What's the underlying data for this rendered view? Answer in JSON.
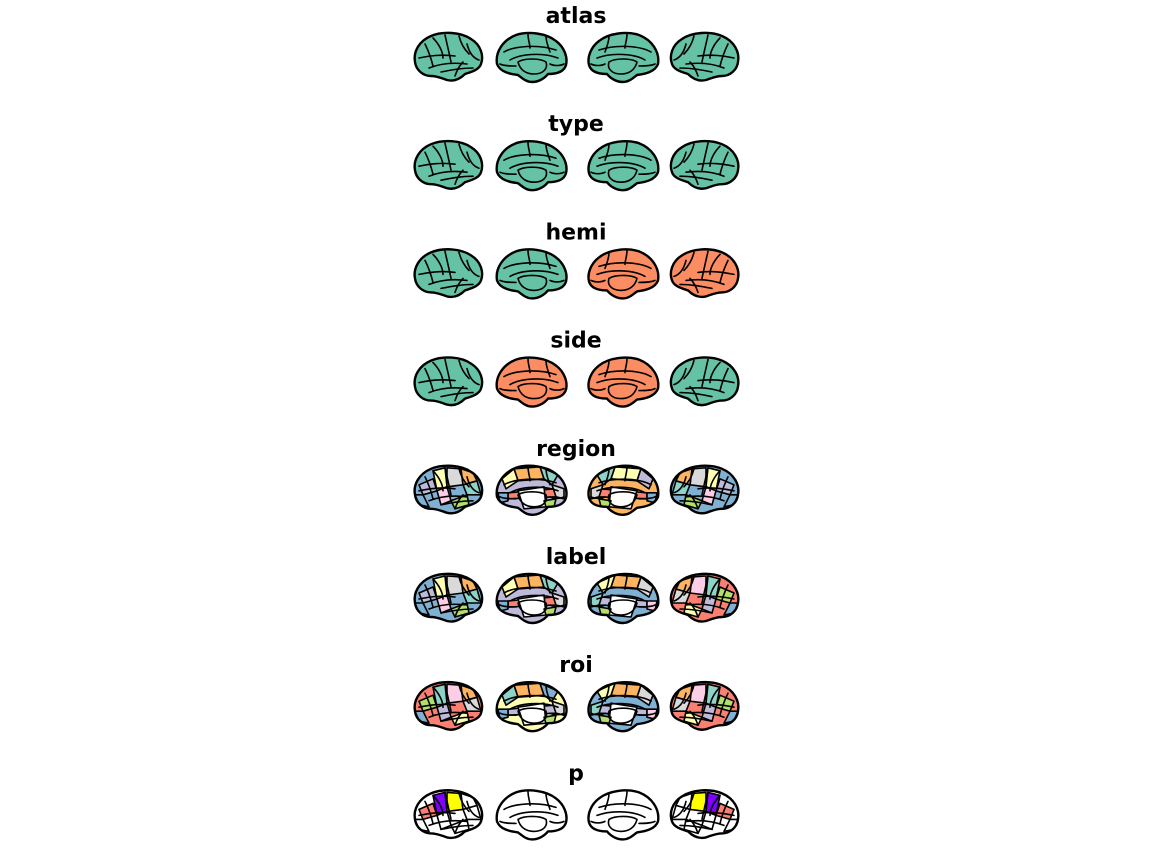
{
  "figure": {
    "panels": [
      {
        "title": "atlas",
        "views": [
          {
            "fill": "#66C2A5",
            "patches": []
          },
          {
            "fill": "#66C2A5",
            "patches": []
          },
          {
            "fill": "#66C2A5",
            "patches": []
          },
          {
            "fill": "#66C2A5",
            "patches": []
          }
        ]
      },
      {
        "title": "type",
        "views": [
          {
            "fill": "#66C2A5",
            "patches": []
          },
          {
            "fill": "#66C2A5",
            "patches": []
          },
          {
            "fill": "#66C2A5",
            "patches": []
          },
          {
            "fill": "#66C2A5",
            "patches": []
          }
        ]
      },
      {
        "title": "hemi",
        "views": [
          {
            "fill": "#66C2A5",
            "patches": []
          },
          {
            "fill": "#66C2A5",
            "patches": []
          },
          {
            "fill": "#FC8D62",
            "patches": []
          },
          {
            "fill": "#FC8D62",
            "patches": []
          }
        ]
      },
      {
        "title": "side",
        "views": [
          {
            "fill": "#66C2A5",
            "patches": []
          },
          {
            "fill": "#FC8D62",
            "patches": []
          },
          {
            "fill": "#FC8D62",
            "patches": []
          },
          {
            "fill": "#66C2A5",
            "patches": []
          }
        ]
      },
      {
        "title": "region",
        "views": [
          {
            "fill": "#80B1D3",
            "patches": [
              "#FFFFB3",
              "#D9D9D9",
              "#BEBADA",
              "#FCCDE5",
              "#B3DE69",
              "#8DD3C7",
              "#80B1D3",
              "#FDB462"
            ]
          },
          {
            "fill": "#BEBADA",
            "patches": [
              "#FDB462",
              "#8DD3C7",
              "#FFFFB3",
              "#FB8072",
              "#D9D9D9",
              "#FFFFFF",
              "#80B1D3",
              "#B3DE69"
            ]
          },
          {
            "fill": "#FDB462",
            "patches": [
              "#FFFFB3",
              "#8DD3C7",
              "#BEBADA",
              "#FB8072",
              "#D9D9D9",
              "#FFFFFF",
              "#80B1D3",
              "#B3DE69"
            ]
          },
          {
            "fill": "#80B1D3",
            "patches": [
              "#FFFFB3",
              "#D9D9D9",
              "#BEBADA",
              "#FCCDE5",
              "#B3DE69",
              "#8DD3C7",
              "#80B1D3",
              "#FDB462"
            ]
          }
        ]
      },
      {
        "title": "label",
        "views": [
          {
            "fill": "#80B1D3",
            "patches": [
              "#FFFFB3",
              "#D9D9D9",
              "#BEBADA",
              "#FCCDE5",
              "#B3DE69",
              "#8DD3C7",
              "#80B1D3",
              "#FDB462"
            ]
          },
          {
            "fill": "#BEBADA",
            "patches": [
              "#FDB462",
              "#8DD3C7",
              "#FFFFB3",
              "#FB8072",
              "#D9D9D9",
              "#FFFFFF",
              "#80B1D3",
              "#B3DE69"
            ]
          },
          {
            "fill": "#80B1D3",
            "patches": [
              "#FDB462",
              "#FFFFB3",
              "#D9D9D9",
              "#BEBADA",
              "#8DD3C7",
              "#FFFFFF",
              "#FCCDE5",
              "#B3DE69"
            ]
          },
          {
            "fill": "#FB8072",
            "patches": [
              "#8DD3C7",
              "#FCCDE5",
              "#B3DE69",
              "#BEBADA",
              "#FFFFB3",
              "#D9D9D9",
              "#80B1D3",
              "#FDB462"
            ]
          }
        ]
      },
      {
        "title": "roi",
        "views": [
          {
            "fill": "#FB8072",
            "patches": [
              "#8DD3C7",
              "#FCCDE5",
              "#B3DE69",
              "#BEBADA",
              "#FFFFB3",
              "#D9D9D9",
              "#80B1D3",
              "#FDB462"
            ]
          },
          {
            "fill": "#FFFFB3",
            "patches": [
              "#FDB462",
              "#80B1D3",
              "#8DD3C7",
              "#BEBADA",
              "#D9D9D9",
              "#FFFFFF",
              "#80B1D3",
              "#B3DE69"
            ]
          },
          {
            "fill": "#80B1D3",
            "patches": [
              "#FDB462",
              "#FFFFB3",
              "#D9D9D9",
              "#BEBADA",
              "#8DD3C7",
              "#FFFFFF",
              "#FCCDE5",
              "#B3DE69"
            ]
          },
          {
            "fill": "#FB8072",
            "patches": [
              "#8DD3C7",
              "#FCCDE5",
              "#B3DE69",
              "#BEBADA",
              "#FFFFB3",
              "#D9D9D9",
              "#80B1D3",
              "#FDB462"
            ]
          }
        ]
      },
      {
        "title": "p",
        "views": [
          {
            "fill": "#FFFFFF",
            "patches": [
              "#7F00FF",
              "#FFFF00",
              "#FB8072",
              "#FFFFFF",
              "#FFFFFF",
              "#FFFFFF",
              "#FFFFFF",
              "#FFFFFF"
            ]
          },
          {
            "fill": "#FFFFFF",
            "patches": []
          },
          {
            "fill": "#FFFFFF",
            "patches": []
          },
          {
            "fill": "#FFFFFF",
            "patches": [
              "#7F00FF",
              "#FFFF00",
              "#FB8072",
              "#FFFFFF",
              "#FFFFFF",
              "#FFFFFF",
              "#FFFFFF",
              "#FFFFFF"
            ]
          }
        ]
      }
    ]
  }
}
